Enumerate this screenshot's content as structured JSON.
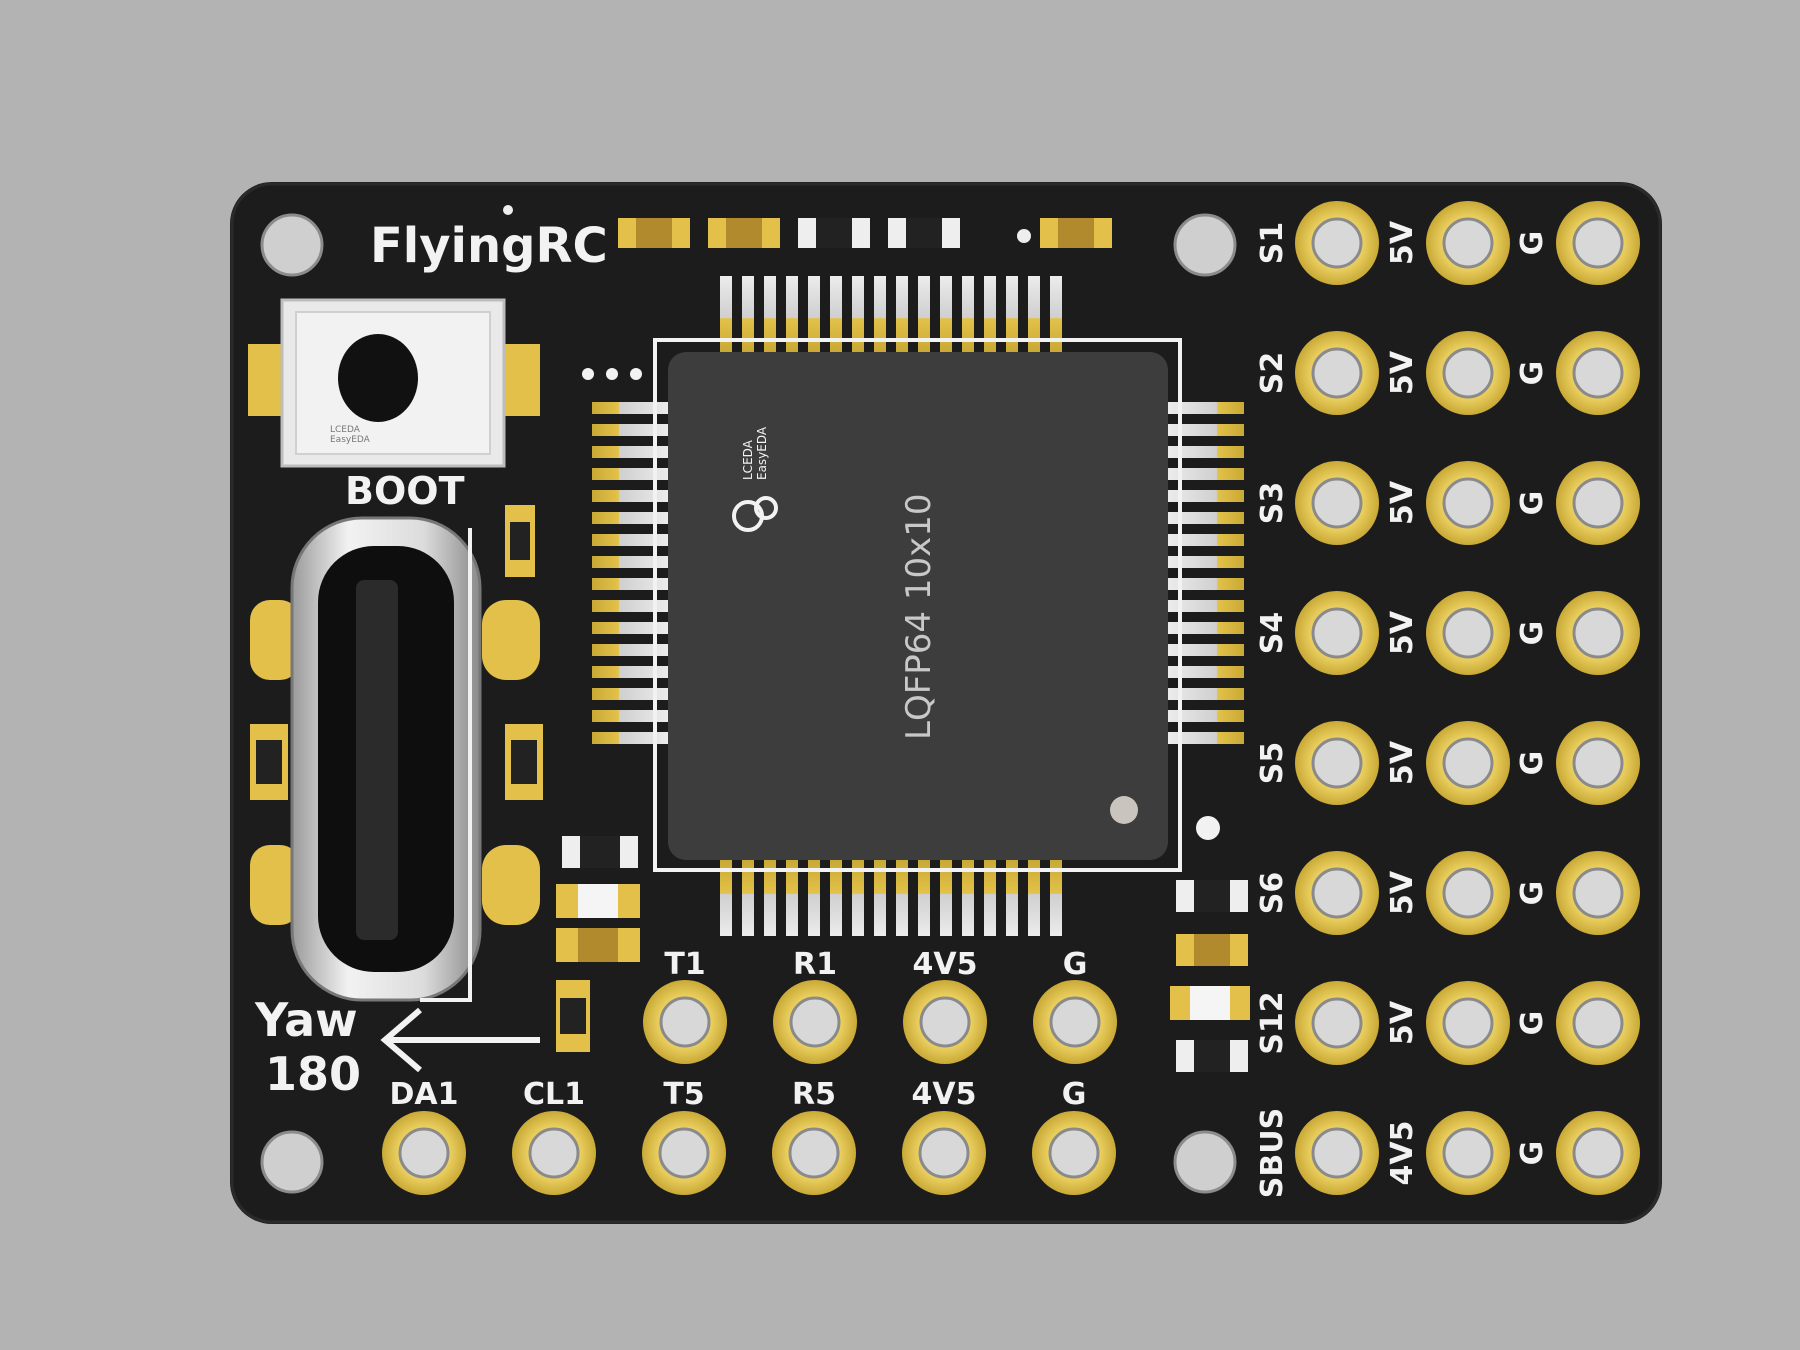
{
  "board": {
    "brand": "FlyingRC",
    "boot_label": "BOOT",
    "yaw_label_1": "Yaw",
    "yaw_label_2": "180",
    "chip_label": "LQFP64 10x10",
    "logo_line_1": "LCEDA",
    "logo_line_2": "EasyEDA"
  },
  "pad_rows_right": [
    {
      "label": "S1",
      "mid": "5V",
      "end": "G"
    },
    {
      "label": "S2",
      "mid": "5V",
      "end": "G"
    },
    {
      "label": "S3",
      "mid": "5V",
      "end": "G"
    },
    {
      "label": "S4",
      "mid": "5V",
      "end": "G"
    },
    {
      "label": "S5",
      "mid": "5V",
      "end": "G"
    },
    {
      "label": "S6",
      "mid": "5V",
      "end": "G"
    },
    {
      "label": "S12",
      "mid": "5V",
      "end": "G"
    },
    {
      "label": "SBUS",
      "mid": "4V5",
      "end": "G"
    }
  ],
  "pads_bottom_upper": [
    "T1",
    "R1",
    "4V5",
    "G"
  ],
  "pads_bottom_lower": [
    "DA1",
    "CL1",
    "T5",
    "R5",
    "4V5",
    "G"
  ],
  "colors": {
    "background": "#b3b3b3",
    "board": "#1c1c1c",
    "pad_gold": "#e0c24a",
    "silkscreen": "#f2f2f2",
    "chip": "#3d3d3d"
  }
}
